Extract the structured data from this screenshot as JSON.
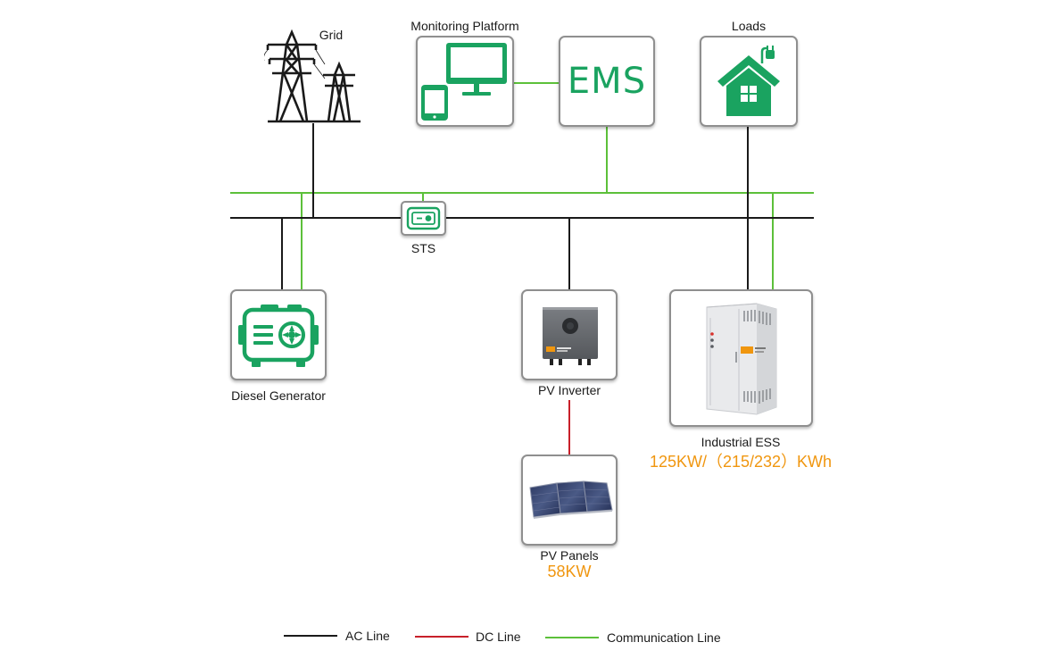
{
  "nodes": {
    "grid": {
      "label": "Grid"
    },
    "monitoring": {
      "label": "Monitoring Platform"
    },
    "ems": {
      "label": "EMS"
    },
    "loads": {
      "label": "Loads"
    },
    "sts": {
      "label": "STS"
    },
    "diesel": {
      "label": "Diesel Generator"
    },
    "pv_inverter": {
      "label": "PV Inverter"
    },
    "ess": {
      "label": "Industrial ESS",
      "spec": "125KW/（215/232）KWh"
    },
    "pv_panels": {
      "label": "PV Panels",
      "spec": "58KW"
    }
  },
  "legend": {
    "ac": "AC Line",
    "dc": "DC Line",
    "comm": "Communication Line"
  },
  "colors": {
    "ac_line": "#1a1a1a",
    "dc_line": "#c8202a",
    "comm_line": "#5cc03a",
    "icon_green": "#1aa360",
    "spec_orange": "#f0960f"
  }
}
